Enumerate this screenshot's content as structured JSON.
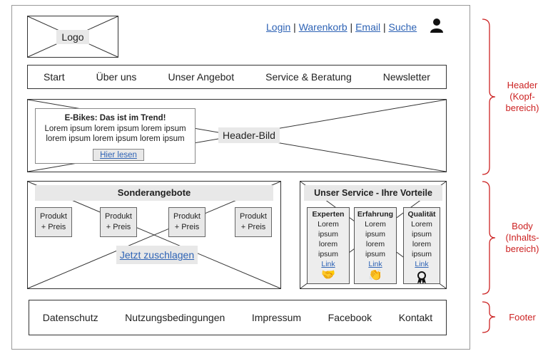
{
  "header": {
    "logo_label": "Logo",
    "top_links": [
      "Login",
      "Warenkorb",
      "Email",
      "Suche"
    ],
    "separator": "|",
    "nav_items": [
      "Start",
      "Über uns",
      "Unser Angebot",
      "Service & Beratung",
      "Newsletter"
    ]
  },
  "hero": {
    "image_label": "Header-Bild",
    "card_title": "E-Bikes: Das ist im Trend!",
    "card_text_1": "Lorem ipsum lorem ipsum lorem ipsum",
    "card_text_2": "lorem ipsum lorem ipsum lorem ipsum",
    "card_button": "Hier lesen"
  },
  "offers": {
    "title": "Sonderangebote",
    "products": [
      {
        "line1": "Produkt",
        "line2": "+ Preis"
      },
      {
        "line1": "Produkt",
        "line2": "+ Preis"
      },
      {
        "line1": "Produkt",
        "line2": "+ Preis"
      },
      {
        "line1": "Produkt",
        "line2": "+ Preis"
      }
    ],
    "cta": "Jetzt zuschlagen"
  },
  "service": {
    "title": "Unser Service - Ihre Vorteile",
    "columns": [
      {
        "title": "Experten",
        "lines": [
          "Lorem",
          "ipsum",
          "lorem",
          "ipsum"
        ],
        "link": "Link",
        "icon": "handshake-icon"
      },
      {
        "title": "Erfahrung",
        "lines": [
          "Lorem",
          "ipsum",
          "lorem",
          "ipsum"
        ],
        "link": "Link",
        "icon": "clapping-hands-icon"
      },
      {
        "title": "Qualität",
        "lines": [
          "Lorem",
          "ipsum",
          "lorem",
          "ipsum"
        ],
        "link": "Link",
        "icon": "award-ribbon-icon"
      }
    ]
  },
  "footer": {
    "items": [
      "Datenschutz",
      "Nutzungsbedingungen",
      "Impressum",
      "Facebook",
      "Kontakt"
    ]
  },
  "annotations": {
    "header": [
      "Header",
      "(Kopf-",
      "bereich)"
    ],
    "body": [
      "Body",
      "(Inhalts-",
      "bereich)"
    ],
    "footer": [
      "Footer"
    ]
  },
  "colors": {
    "link": "#2e63b5",
    "annotation": "#cc2222",
    "placeholder_fill": "#e8e8e8"
  }
}
